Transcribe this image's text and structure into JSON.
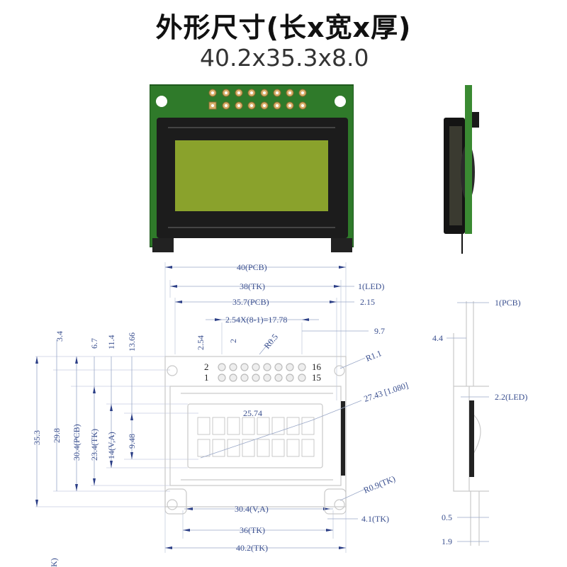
{
  "header": {
    "title": "外形尺寸(长x宽x厚)",
    "dimensions": "40.2x35.3x8.0"
  },
  "photos": {
    "front": {
      "label": "lcd-module-front-photo",
      "pcb_color": "#2f7a2a",
      "bezel_color": "#1c1c1c",
      "screen_color": "#8aa22c"
    },
    "side": {
      "label": "lcd-module-side-photo"
    }
  },
  "drawing": {
    "top_dims": {
      "pcb_width": "40(PCB)",
      "tk_width": "38(TK)",
      "pcb_inner": "35.7(PCB)",
      "pin_pitch": "2.54X(8-1)=17.78",
      "led": "1(LED)",
      "offset_215": "2.15",
      "offset_97": "9.7"
    },
    "pin_labels": {
      "pitch_v": "2.54",
      "pitch_2": "2",
      "radius": "R0.5",
      "pin2": "2",
      "pin1": "1",
      "pin16": "16",
      "pin15": "15",
      "hole_radius": "R1.1"
    },
    "left_dims": {
      "d34": "3.4",
      "d67": "6.7",
      "d114": "11.4",
      "d1366": "13.66",
      "d353": "35.3",
      "d298": "29.8",
      "d304pcb": "30.4(PCB)",
      "d234tk": "23.4(TK)",
      "d14va": "14(V,A)",
      "d948": "9.48"
    },
    "screen": {
      "width": "25.74",
      "diag": "27.43 [1.080]",
      "rows": 2,
      "cols": 8
    },
    "bottom_dims": {
      "va": "30.4(V,A)",
      "tk36": "36(TK)",
      "tk402": "40.2(TK)",
      "tk41": "4.1(TK)",
      "r09": "R0.9(TK)"
    },
    "side_dims": {
      "pcb": "1(PCB)",
      "d44": "4.4",
      "led": "2.2(LED)",
      "d05": "0.5",
      "d19": "1.9"
    },
    "cropped_label": "K)"
  }
}
